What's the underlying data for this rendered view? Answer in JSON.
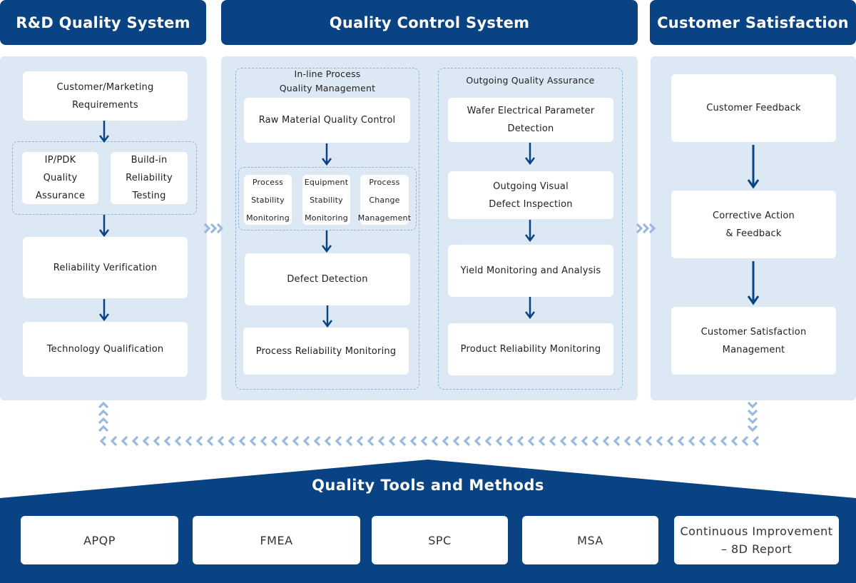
{
  "headers": {
    "rd": "R&D Quality System",
    "qc": "Quality Control System",
    "cs": "Customer Satisfaction"
  },
  "rd": {
    "requirements": "Customer/Marketing\nRequirements",
    "ip_pdk": "IP/PDK\nQuality\nAssurance",
    "build_in": "Build-in\nReliability\nTesting",
    "reliability_verification": "Reliability Verification",
    "technology_qualification": "Technology Qualification"
  },
  "qc": {
    "inline_title": "In-line Process\nQuality Management",
    "raw_material": "Raw Material Quality Control",
    "process_stability": "Process\nStability\nMonitoring",
    "equipment_stability": "Equipment\nStability\nMonitoring",
    "process_change": "Process\nChange\nManagement",
    "defect_detection": "Defect Detection",
    "process_reliability": "Process Reliability Monitoring",
    "outgoing_title": "Outgoing Quality Assurance",
    "wafer_param": "Wafer Electrical Parameter Detection",
    "visual_defect": "Outgoing Visual\nDefect Inspection",
    "yield": "Yield Monitoring and Analysis",
    "product_reliability": "Product Reliability Monitoring"
  },
  "cs": {
    "feedback": "Customer Feedback",
    "corrective": "Corrective Action\n& Feedback",
    "management": "Customer Satisfaction Management"
  },
  "tools": {
    "title": "Quality Tools and Methods",
    "items": [
      "APQP",
      "FMEA",
      "SPC",
      "MSA",
      "Continuous Improvement\n– 8D Report"
    ]
  },
  "colors": {
    "navy": "#0a4384",
    "panel": "#dce8f4",
    "arrow": "#0a4384",
    "chevron": "#9bb8e0"
  }
}
